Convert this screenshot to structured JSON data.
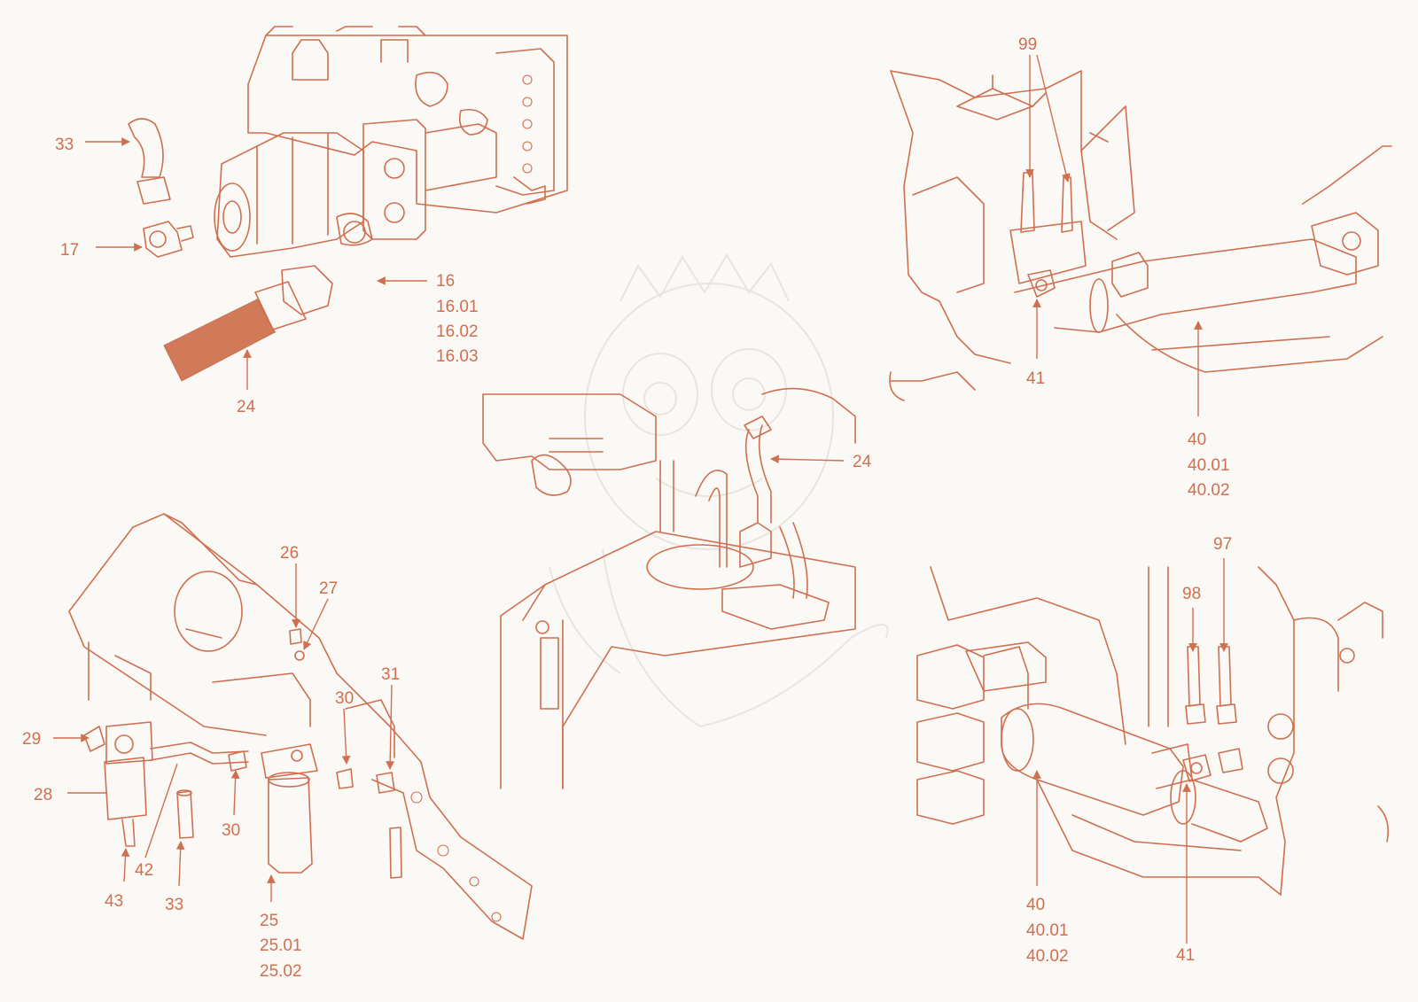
{
  "colors": {
    "accent": "#cf6f4f",
    "background": "#fbf9f6",
    "hose_fill": "#d07a5a",
    "watermark": "#e8e2dc"
  },
  "panels": {
    "top_left": {
      "callouts": [
        {
          "id": "33",
          "lines": [
            "33"
          ]
        },
        {
          "id": "17",
          "lines": [
            "17"
          ]
        },
        {
          "id": "16",
          "lines": [
            "16",
            "16.01",
            "16.02",
            "16.03"
          ]
        },
        {
          "id": "24",
          "lines": [
            "24"
          ]
        }
      ]
    },
    "center": {
      "callouts": [
        {
          "id": "24",
          "lines": [
            "24"
          ]
        }
      ]
    },
    "top_right": {
      "callouts": [
        {
          "id": "99",
          "lines": [
            "99"
          ]
        },
        {
          "id": "41",
          "lines": [
            "41"
          ]
        },
        {
          "id": "40",
          "lines": [
            "40",
            "40.01",
            "40.02"
          ]
        }
      ]
    },
    "bottom_left": {
      "callouts": [
        {
          "id": "26",
          "lines": [
            "26"
          ]
        },
        {
          "id": "27",
          "lines": [
            "27"
          ]
        },
        {
          "id": "31",
          "lines": [
            "31"
          ]
        },
        {
          "id": "30a",
          "lines": [
            "30"
          ]
        },
        {
          "id": "29",
          "lines": [
            "29"
          ]
        },
        {
          "id": "28",
          "lines": [
            "28"
          ]
        },
        {
          "id": "30b",
          "lines": [
            "30"
          ]
        },
        {
          "id": "42",
          "lines": [
            "42"
          ]
        },
        {
          "id": "43",
          "lines": [
            "43"
          ]
        },
        {
          "id": "33",
          "lines": [
            "33"
          ]
        },
        {
          "id": "25",
          "lines": [
            "25",
            "25.01",
            "25.02"
          ]
        }
      ]
    },
    "bottom_right": {
      "callouts": [
        {
          "id": "98",
          "lines": [
            "98"
          ]
        },
        {
          "id": "97",
          "lines": [
            "97"
          ]
        },
        {
          "id": "40",
          "lines": [
            "40",
            "40.01",
            "40.02"
          ]
        },
        {
          "id": "41",
          "lines": [
            "41"
          ]
        }
      ]
    }
  }
}
